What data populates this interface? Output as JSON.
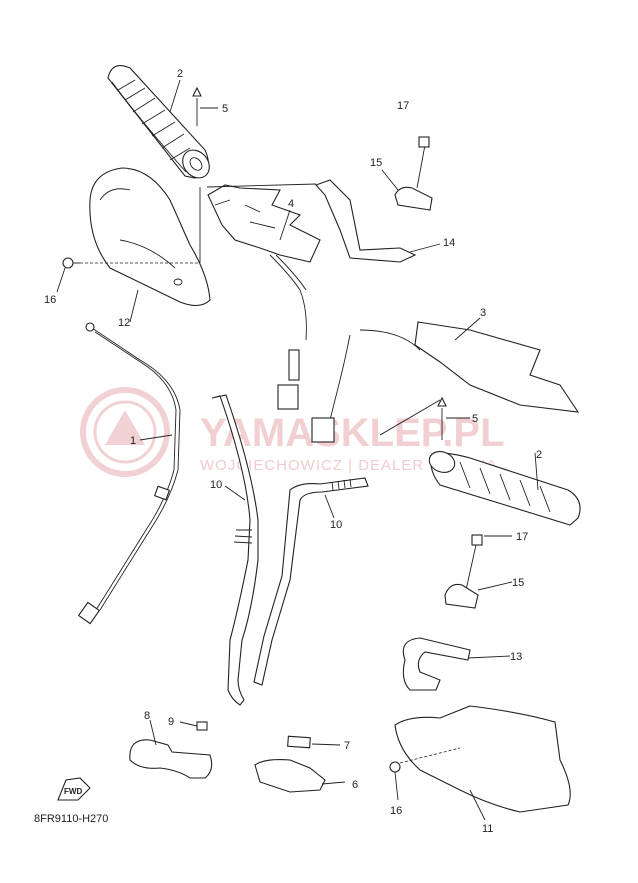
{
  "diagram": {
    "ref_code": "8FR9110-H270",
    "watermark": {
      "brand": "YAMASKLEP.PL",
      "tagline": "WOJCIECHOWICZ | DEALER YAMAHA"
    },
    "fwd_label": "FWD",
    "callouts": {
      "c1": "1",
      "c2a": "2",
      "c2b": "2",
      "c3": "3",
      "c4": "4",
      "c5a": "5",
      "c5b": "5",
      "c6": "6",
      "c7": "7",
      "c8": "8",
      "c9": "9",
      "c10a": "10",
      "c10b": "10",
      "c11": "11",
      "c12": "12",
      "c13": "13",
      "c14": "14",
      "c15a": "15",
      "c15b": "15",
      "c16a": "16",
      "c16b": "16",
      "c17a": "17",
      "c17b": "17"
    }
  }
}
